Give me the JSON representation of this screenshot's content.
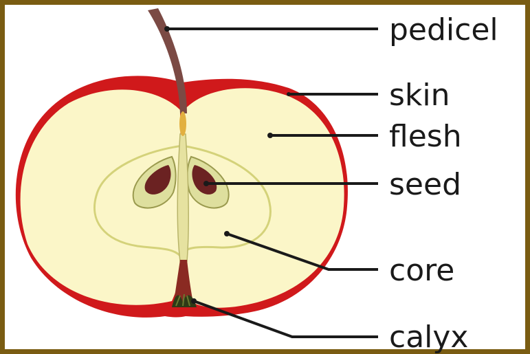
{
  "labels": {
    "pedicel": "pedicel",
    "skin": "skin",
    "flesh": "flesh",
    "seed": "seed",
    "core": "core",
    "calyx": "calyx"
  },
  "colors": {
    "frame": "#7a5c12",
    "skin": "#d0191b",
    "flesh": "#fbf6c8",
    "core_outline": "#d4d27a",
    "seed_pocket": "#c9c98a",
    "seed": "#6b2222",
    "pedicel": "#7b4a44",
    "leader_line": "#1a1a1a"
  }
}
